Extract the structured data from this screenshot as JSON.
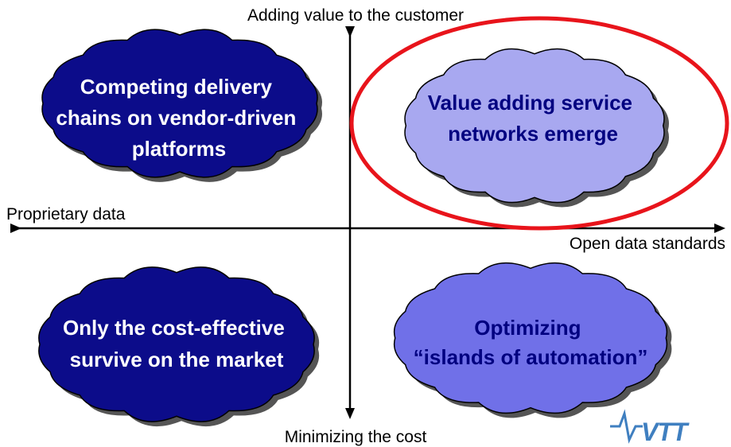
{
  "axes": {
    "top_label": "Adding value to the customer",
    "bottom_label": "Minimizing the cost",
    "left_label": "Proprietary data",
    "right_label": "Open data standards"
  },
  "quadrants": {
    "top_left": {
      "lines": [
        "Competing delivery",
        "chains on vendor-driven",
        "platforms"
      ]
    },
    "top_right": {
      "lines": [
        "Value adding service",
        "networks emerge"
      ]
    },
    "bottom_left": {
      "lines": [
        "Only the cost-effective",
        "survive on the market"
      ]
    },
    "bottom_right": {
      "lines": [
        "Optimizing",
        "“islands of automation”"
      ]
    }
  },
  "highlight": {
    "target": "top_right",
    "color": "#e8141b"
  },
  "colors": {
    "dark_cloud": "#0c0c8a",
    "light_cloud": "#a8a8f0",
    "medium_cloud": "#7070e8",
    "cloud_text_on_dark": "#ffffff",
    "cloud_text_on_light": "#000080",
    "logo": "#3f7fc0"
  },
  "logo": {
    "text": "VTT",
    "icon": "vtt-logo"
  }
}
